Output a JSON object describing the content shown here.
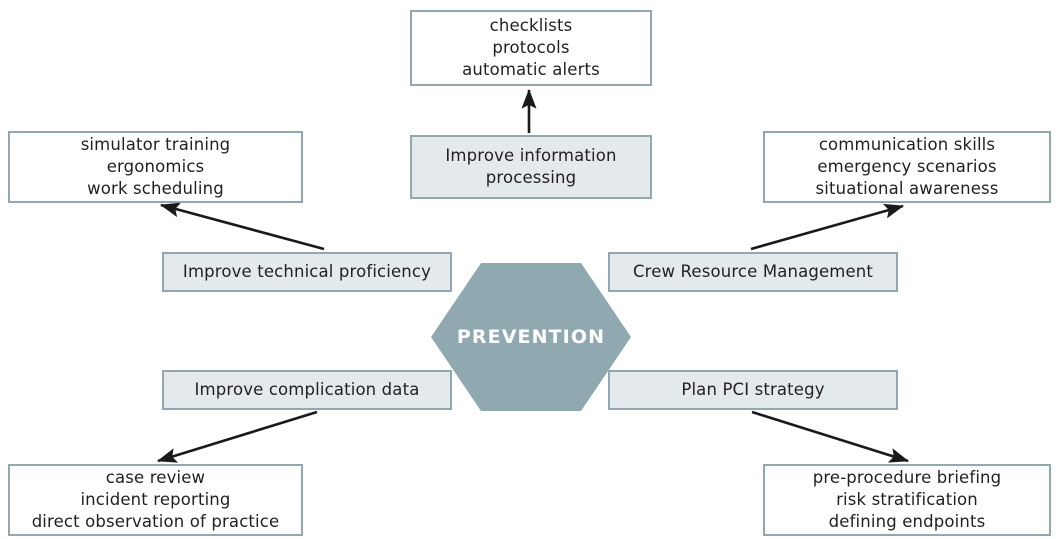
{
  "diagram": {
    "title": "PREVENTION",
    "center": {
      "label": "PREVENTION",
      "fill": "#90a8b0",
      "text_color": "#ffffff"
    },
    "colors": {
      "border": "#92a8b0",
      "action_fill": "#e4e9ec",
      "leaf_fill": "#ffffff",
      "text": "#231f20",
      "arrow": "#1a1a1a"
    },
    "nodes": {
      "checklists": {
        "lines": [
          "checklists",
          "protocols",
          "automatic alerts"
        ]
      },
      "improve_information_processing": {
        "lines": [
          "Improve information",
          "processing"
        ]
      },
      "simulator_training": {
        "lines": [
          "simulator training",
          "ergonomics",
          "work scheduling"
        ]
      },
      "improve_technical_proficiency": {
        "lines": [
          "Improve technical proficiency"
        ]
      },
      "communication_skills": {
        "lines": [
          "communication skills",
          "emergency scenarios",
          "situational awareness"
        ]
      },
      "crew_resource_management": {
        "lines": [
          "Crew Resource Management"
        ]
      },
      "improve_complication_data": {
        "lines": [
          "Improve complication data"
        ]
      },
      "case_review": {
        "lines": [
          "case review",
          "incident reporting",
          "direct observation of practice"
        ]
      },
      "plan_pci_strategy": {
        "lines": [
          "Plan PCI strategy"
        ]
      },
      "pre_procedure_briefing": {
        "lines": [
          "pre-procedure briefing",
          "risk stratification",
          "defining endpoints"
        ]
      }
    },
    "arrows": [
      {
        "name": "improve-info-to-checklists",
        "from": "improve_information_processing",
        "to": "checklists"
      },
      {
        "name": "technical-to-simulator",
        "from": "improve_technical_proficiency",
        "to": "simulator_training"
      },
      {
        "name": "crew-to-communication",
        "from": "crew_resource_management",
        "to": "communication_skills"
      },
      {
        "name": "complication-to-case-review",
        "from": "improve_complication_data",
        "to": "case_review"
      },
      {
        "name": "pci-to-pre-procedure",
        "from": "plan_pci_strategy",
        "to": "pre_procedure_briefing"
      }
    ]
  }
}
